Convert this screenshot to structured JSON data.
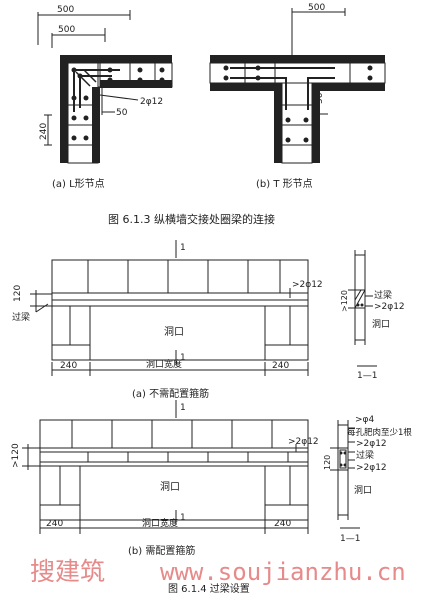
{
  "fig613": {
    "dims": {
      "top_500": "500",
      "second_500": "500",
      "side_240": "240",
      "inner_50": "50",
      "t_500": "500",
      "t_50": "50"
    },
    "rebar_label": "2φ12",
    "caption_a": "(a)  L形节点",
    "caption_b": "(b)  T 形节点",
    "title": "图 6.1.3   纵横墙交接处圈梁的连接"
  },
  "fig614a": {
    "section_mark": "1",
    "dim_120": "120",
    "lintel": "过梁",
    "rebar": ">2φ12",
    "opening": "洞口",
    "opening_width": "洞口宽度",
    "dim_240_left": "240",
    "dim_240_right": "240",
    "side_lintel": "过梁",
    "side_rebar": ">2φ12",
    "side_120": ">120",
    "side_opening": "洞口",
    "section_label": "1—1",
    "caption": "(a)  不需配置箍筋"
  },
  "fig614b": {
    "section_mark": "1",
    "dim_120": ">120",
    "rebar": ">2φ12",
    "opening": "洞口",
    "opening_width": "洞口宽度",
    "dim_240_left": "240",
    "dim_240_right": "240",
    "side_stirrup": ">φ4",
    "side_note": "每孔肥肉至少1根",
    "side_rebar_top": ">2φ12",
    "side_lintel": "过梁",
    "side_rebar_bottom": ">2φ12",
    "side_120": "120",
    "side_opening": "洞口",
    "section_label": "1—1",
    "caption": "(b)  需配置箍筋"
  },
  "watermark": {
    "cn": "搜建筑",
    "url": "www.soujianzhu.cn"
  },
  "fig614_title": "图 6.1.4   过梁设置"
}
